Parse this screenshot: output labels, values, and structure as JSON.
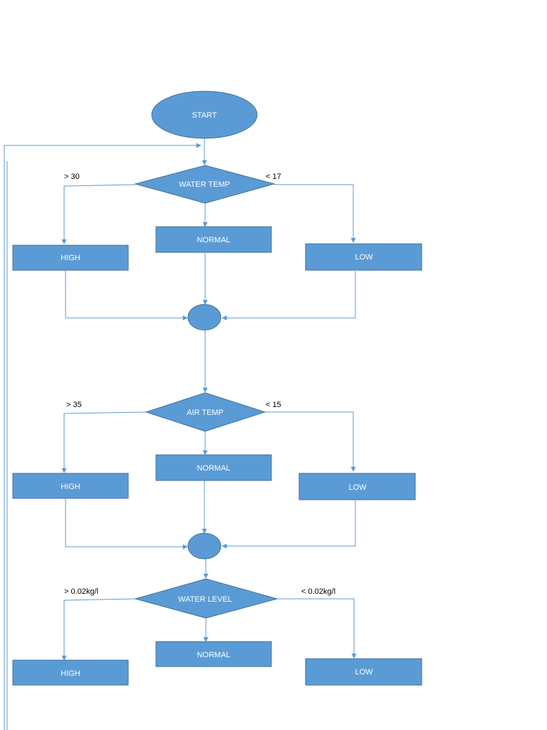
{
  "colors": {
    "fill": "#5b9bd5",
    "stroke": "#41719c",
    "connector": "#5b9bd5",
    "node_text": "#ffffff",
    "condition_text": "#000000"
  },
  "start": {
    "label": "START"
  },
  "water_temp": {
    "decision": "WATER TEMP",
    "cond_high": "> 30",
    "cond_low": "< 17",
    "high": "HIGH",
    "normal": "NORMAL",
    "low": "LOW"
  },
  "air_temp": {
    "decision": "AIR TEMP",
    "cond_high": "> 35",
    "cond_low": "< 15",
    "high": "HIGH",
    "normal": "NORMAL",
    "low": "LOW"
  },
  "water_level": {
    "decision": "WATER LEVEL",
    "cond_high": "> 0.02kg/l",
    "cond_low": "< 0.02kg/l",
    "high": "HIGH",
    "normal": "NORMAL",
    "low": "LOW"
  }
}
